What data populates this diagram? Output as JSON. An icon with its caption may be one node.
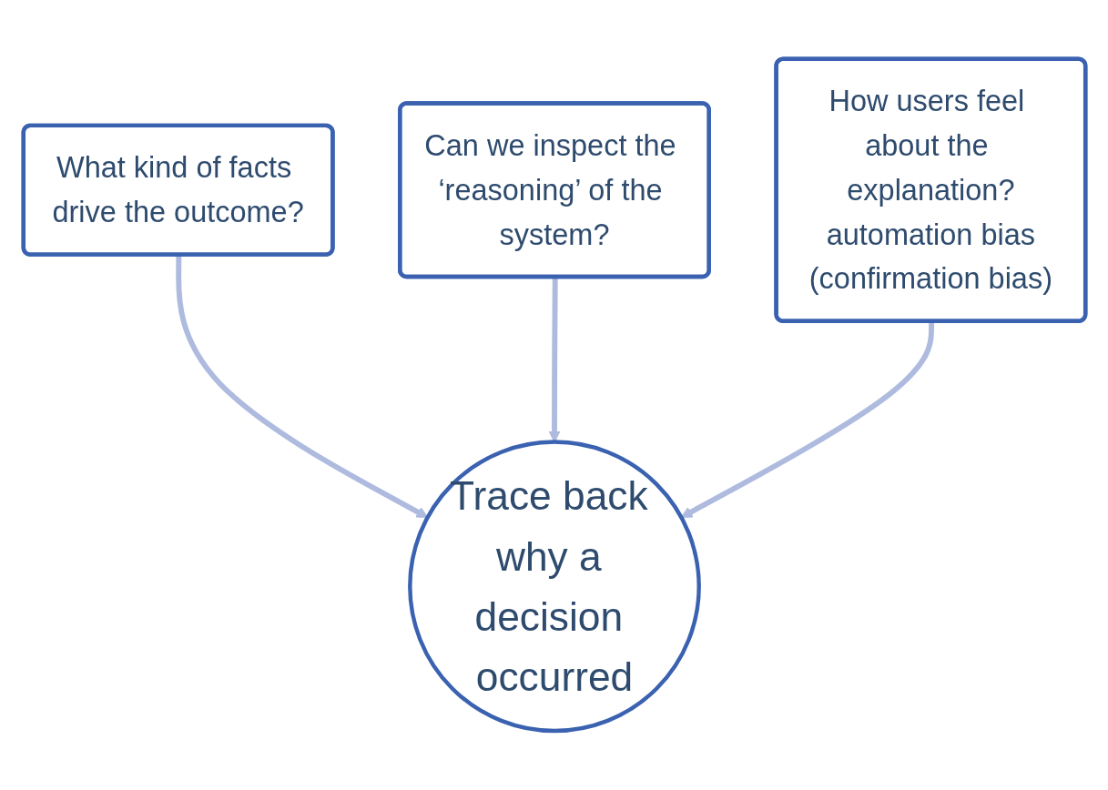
{
  "diagram": {
    "nodes": [
      {
        "text": [
          "What kind of facts drive the outcome?"
        ]
      },
      {
        "text": [
          "Can we inspect the ‘reasoning’ of the system?"
        ]
      },
      {
        "text": [
          "How users feel about the explanation?",
          "automation bias",
          "(confirmation bias)"
        ]
      },
      {
        "text": [
          "Trace back why a decision occurred"
        ]
      }
    ],
    "edges": [
      {
        "from": 0,
        "to": 3,
        "arrow": "to"
      },
      {
        "from": 1,
        "to": 3,
        "arrow": "to"
      },
      {
        "from": 2,
        "to": 3,
        "arrow": "to"
      }
    ]
  }
}
